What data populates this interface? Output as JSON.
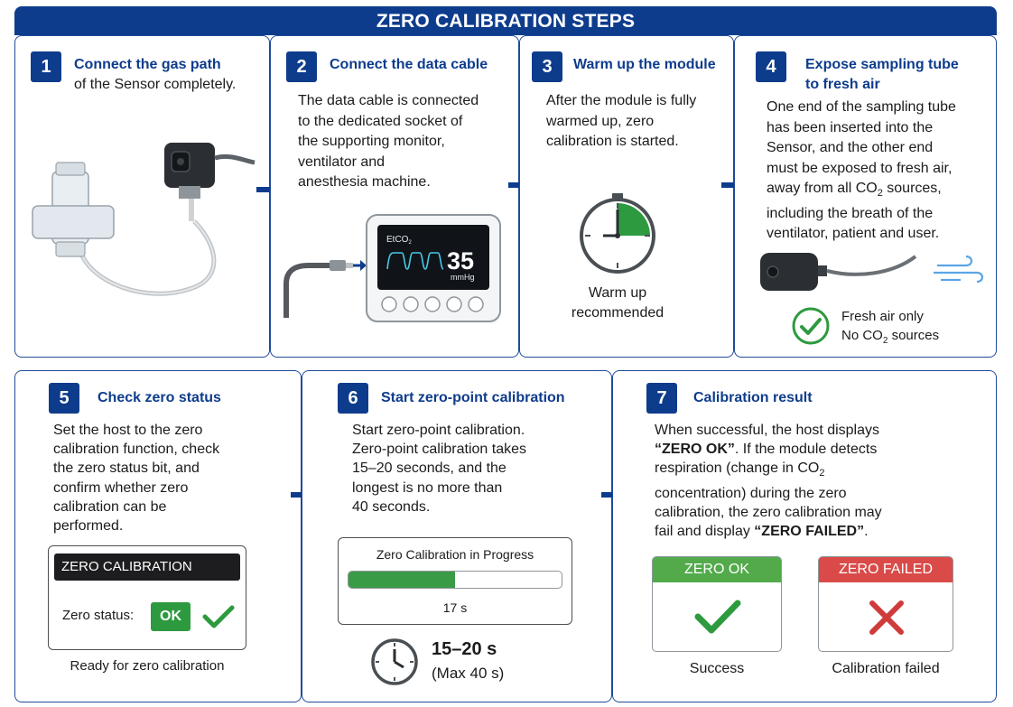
{
  "header": {
    "title": "ZERO CALIBRATION STEPS"
  },
  "steps": [
    {
      "number": "1",
      "title": "Connect the gas path",
      "text": "of the Sensor completely."
    },
    {
      "number": "2",
      "title": "Connect the data cable",
      "text_lines": [
        "The data cable is connected",
        "to the dedicated socket of",
        "the supporting monitor,",
        "ventilator and",
        "anesthesia machine."
      ],
      "monitor": {
        "label": "EtCO",
        "label_sub": "2",
        "value": "35",
        "unit": "mmHg"
      }
    },
    {
      "number": "3",
      "title": "Warm up the module",
      "text_lines": [
        "After the module is fully",
        "warmed up, zero",
        "calibration is started."
      ],
      "caption_lines": [
        "Warm up",
        "recommended"
      ]
    },
    {
      "number": "4",
      "title_lines": [
        "Expose sampling tube",
        "to fresh air"
      ],
      "text_lines": [
        "One end of the sampling tube",
        "has been inserted into the",
        "Sensor, and the other end",
        "must be exposed to fresh air,"
      ],
      "line5_pre": "away from all CO",
      "line5_sub": "2",
      "line5_post": " sources,",
      "text_lines_end": [
        "including the breath of the",
        "ventilator, patient and user."
      ],
      "check_line1": "Fresh air only",
      "check_line2_pre": "No CO",
      "check_line2_sub": "2",
      "check_line2_post": " sources"
    },
    {
      "number": "5",
      "title": "Check zero status",
      "text_lines": [
        "Set the host to the zero",
        "calibration function, check",
        "the zero status bit, and",
        "confirm whether zero",
        "calibration can be",
        "performed."
      ],
      "screen_title": "ZERO CALIBRATION",
      "status_label": "Zero status:",
      "status_value": "OK",
      "caption": "Ready for zero calibration"
    },
    {
      "number": "6",
      "title": "Start zero-point calibration",
      "text_lines": [
        "Start zero-point calibration.",
        "Zero-point calibration takes",
        "15–20 seconds, and the",
        "longest is no more than",
        "40 seconds."
      ],
      "progress_title": "Zero Calibration in Progress",
      "progress_fraction": 0.5,
      "progress_time": "17 s",
      "time_main": "15–20 s",
      "time_max": "(Max 40 s)"
    },
    {
      "number": "7",
      "title": "Calibration result",
      "line1": "When successful, the host displays",
      "line2_bold": "“ZERO OK”",
      "line2_rest": ". If the module detects",
      "line3_pre": "respiration (change in CO",
      "line3_sub": "2",
      "line4": "concentration) during the zero",
      "line5": "calibration, the zero calibration may",
      "line6_pre": "fail and display ",
      "line6_bold": "“ZERO FAILED”",
      "line6_post": ".",
      "ok_label": "ZERO OK",
      "ok_caption": "Success",
      "fail_label": "ZERO FAILED",
      "fail_caption": "Calibration failed"
    }
  ],
  "colors": {
    "navy": "#0e3c8c",
    "green": "#2e9a3f",
    "red": "#cf3b3b"
  }
}
